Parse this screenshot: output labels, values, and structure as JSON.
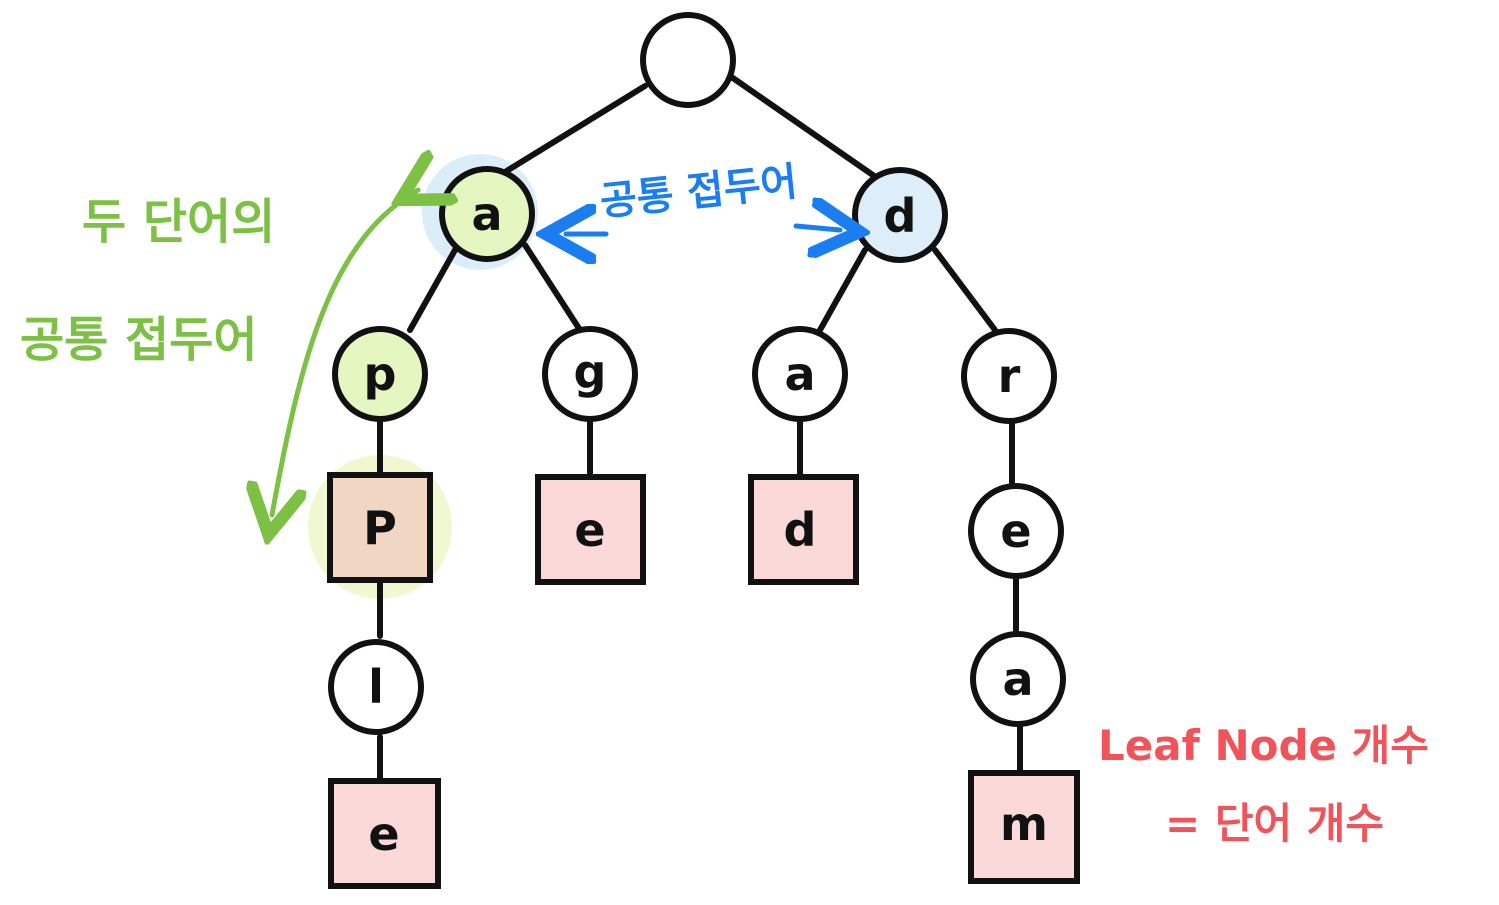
{
  "nodes": {
    "root": "",
    "a": "a",
    "d": "d",
    "p1": "p",
    "g": "g",
    "a2": "a",
    "r": "r",
    "p2": "P",
    "e1": "e",
    "d2": "d",
    "e2": "e",
    "l": "l",
    "a3": "a",
    "e3": "e",
    "m": "m"
  },
  "annotations": {
    "common_prefix_two_words_line1": "두 단어의",
    "common_prefix_two_words_line2": "공통 접두어",
    "common_prefix_blue": "공통 접두어",
    "leaf_count_line1": "Leaf Node 개수",
    "leaf_count_line2": "= 단어 개수"
  },
  "colors": {
    "stroke": "#111111",
    "green_fill": "#e4f7c0",
    "blue_fill": "#ddeefa",
    "pink_fill": "#fbd9d9",
    "green_note": "#7cc143",
    "blue_note": "#1a7df2",
    "red_note": "#f0545a"
  }
}
